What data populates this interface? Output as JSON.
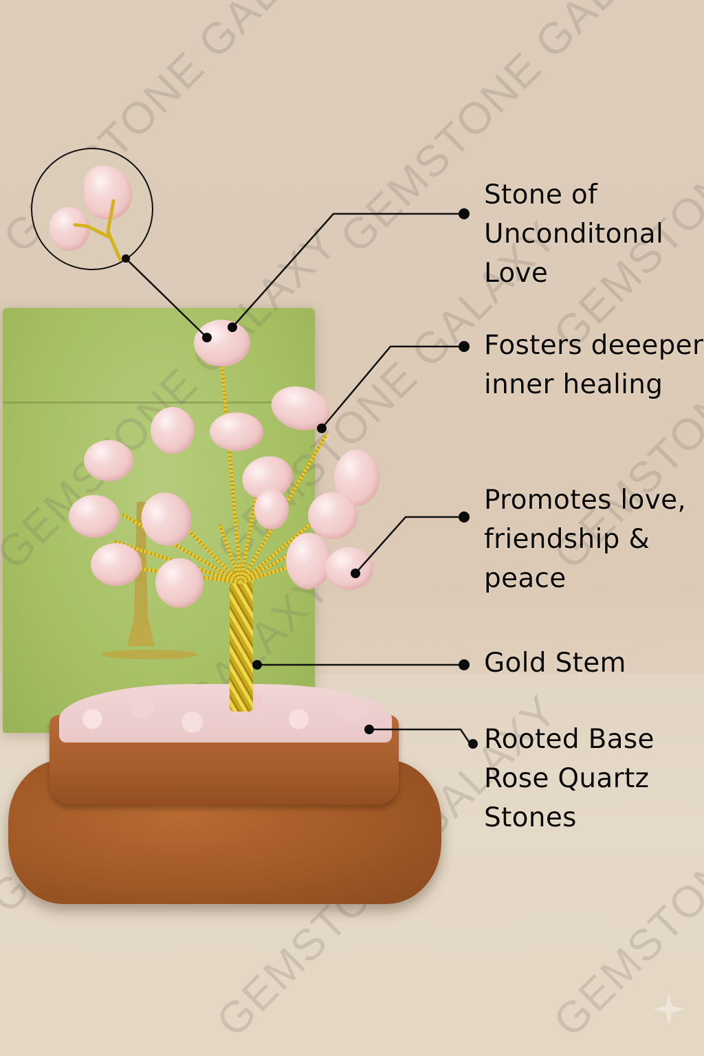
{
  "watermark": {
    "text": "GEMSTONE GALAXY"
  },
  "product": {
    "name": "Rose Quartz Gemstone Tree",
    "colors": {
      "background": "#dccab6",
      "box_green": "#a6c063",
      "stone_pink": "#f2d0cf",
      "wire_gold": "#e0c035",
      "wood": "#a35a27",
      "callout_line": "#111111"
    }
  },
  "callouts": [
    {
      "id": "stone",
      "lines": [
        "Stone of",
        "Unconditonal",
        "Love"
      ]
    },
    {
      "id": "healing",
      "lines": [
        "Fosters deeeper",
        "inner healing"
      ]
    },
    {
      "id": "love",
      "lines": [
        "Promotes love,",
        "friendship &",
        "peace"
      ]
    },
    {
      "id": "stem",
      "lines": [
        "Gold Stem"
      ]
    },
    {
      "id": "base",
      "lines": [
        "Rooted Base",
        "Rose Quartz",
        "Stones"
      ]
    }
  ],
  "icons": {
    "detail_magnifier": "zoom-circle",
    "corner": "sparkle-icon"
  }
}
